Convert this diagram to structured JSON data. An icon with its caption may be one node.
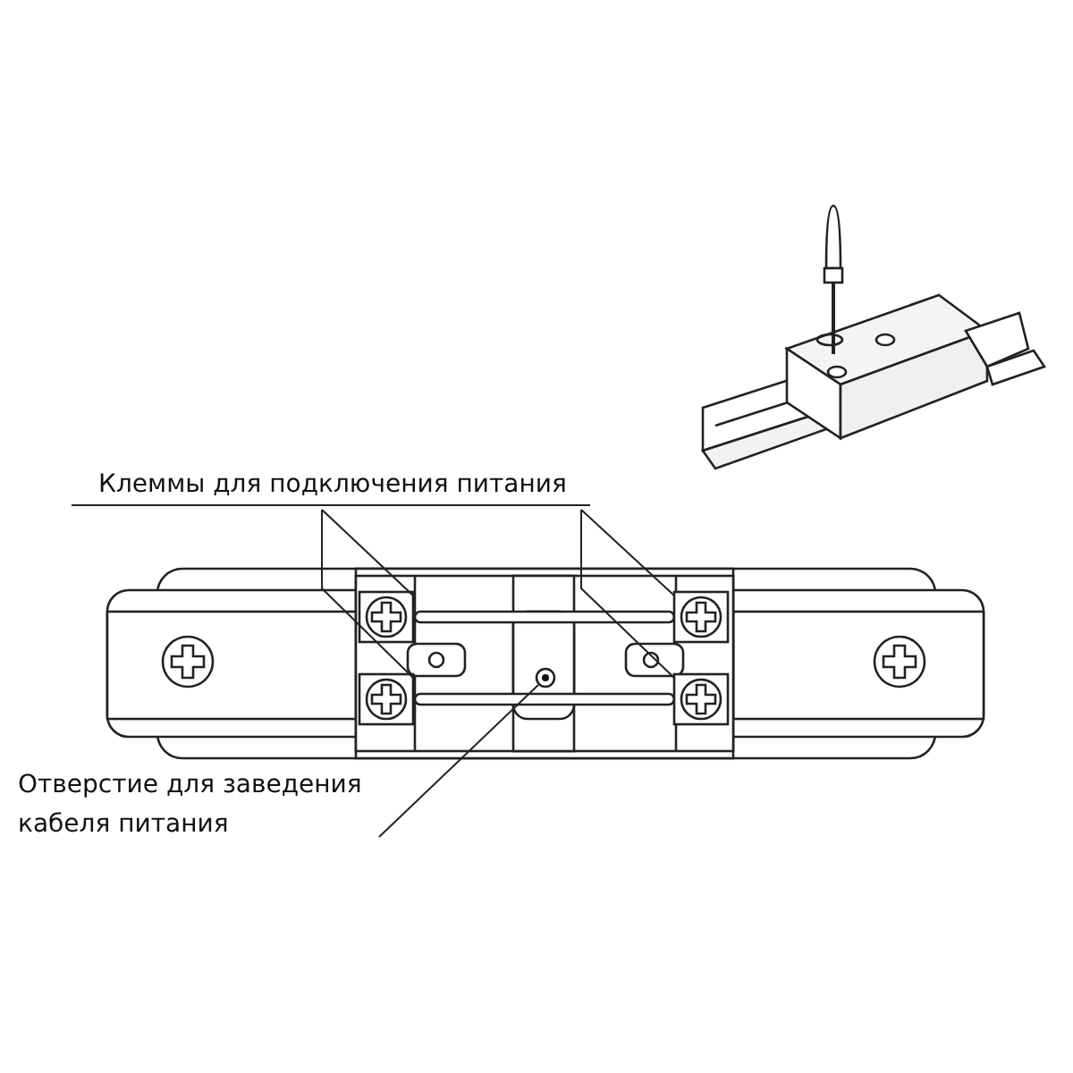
{
  "diagram": {
    "nodes": [
      {
        "text": [
          "Клеммы для подключения питания"
        ]
      },
      {
        "text": [],
        "shape": "box"
      },
      {
        "text": [],
        "shape": "box"
      },
      {
        "text": [],
        "shape": "box"
      },
      {
        "text": [],
        "shape": "box"
      },
      {
        "text": [
          "Отверстие для заведения кабеля питания"
        ]
      },
      {
        "text": [],
        "shape": "circle"
      }
    ],
    "edges": [
      {
        "from": 0,
        "to": 1,
        "arrow": "none"
      },
      {
        "from": 0,
        "to": 2,
        "arrow": "none"
      },
      {
        "from": 0,
        "to": 3,
        "arrow": "none"
      },
      {
        "from": 0,
        "to": 4,
        "arrow": "none"
      },
      {
        "from": 5,
        "to": 6,
        "arrow": "none"
      }
    ]
  }
}
